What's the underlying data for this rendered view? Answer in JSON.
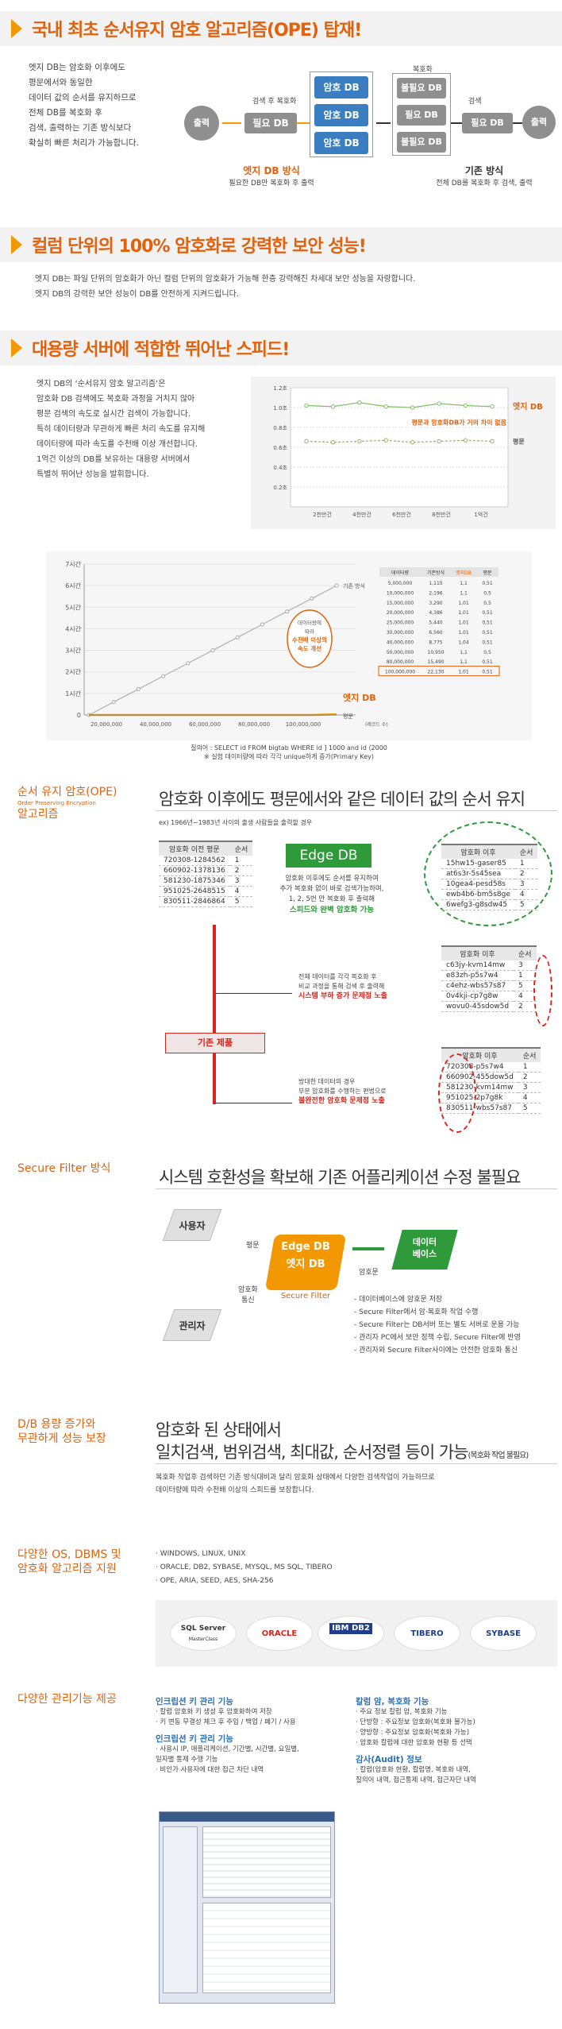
{
  "s1": {
    "title": "국내 최초 순서유지 암호 알고리즘(OPE) 탑재!",
    "text": [
      "엣지 DB는 암호화 이후에도",
      "평문에서와 동일한",
      "데이터 값의 순서를 유지하므로",
      "전체 DB를 복호화 후",
      "검색, 출력하는 기존 방식보다",
      "확실히 빠른 처리가 가능합니다."
    ],
    "out_left": "출력",
    "need_db": "필요 DB",
    "search_after": "검색 후 복호화",
    "enc_db": "암호 DB",
    "restore": "복호화",
    "unneeded_db": "불필요 DB",
    "search": "검색",
    "out_right": "출력",
    "edge_method": "엣지 DB 방식",
    "edge_desc": "필요한 DB만 복호화 후 출력",
    "old_method": "기존 방식",
    "old_desc": "전체 DB를 복호화 후 검색, 출력"
  },
  "s2": {
    "title": "컬럼 단위의 100% 암호화로 강력한 보안 성능!",
    "text": [
      "엣지 DB는 파일 단위의 암호화가 아닌 컬럼 단위의 암호화가 가능해 한층 강력해진 차세대 보안 성능을 자랑합니다.",
      "엣지 DB의 강력한 보안 성능이 DB를 안전하게 지켜드립니다."
    ]
  },
  "s3": {
    "title": "대용량 서버에 적합한 뛰어난 스피드!",
    "text": [
      "엣지 DB의 ‘순서유지 암호 알고리즘’은",
      "암호화 DB 검색에도 복호화 과정을 거치지 않아",
      "평문 검색의 속도로 실시간 검색이 가능합니다.",
      "",
      "특히 데이터량과 무관하게 빠른 처리 속도를 유지해",
      "데이터량에 따라 속도를 수천배 이상 개선합니다.",
      "1억건 이상의 DB를 보유하는 대용량 서버에서",
      "특별히 뛰어난 성능을 발휘합니다."
    ]
  },
  "chart_data": [
    {
      "type": "line",
      "categories": [
        "2천만건",
        "4천만건",
        "6천만건",
        "8천만건",
        "1억건"
      ],
      "ylabels": [
        "1.2초",
        "1.0초",
        "0.8초",
        "0.6초",
        "0.4초",
        "0.2초"
      ],
      "ylim": [
        0,
        1.2
      ],
      "series": [
        {
          "name": "엣지 DB",
          "values": [
            1.02,
            1.01,
            1.05,
            1.01,
            1.0,
            1.04,
            1.02,
            1.01
          ]
        },
        {
          "name": "평문",
          "values": [
            0.66,
            0.65,
            0.66,
            0.67,
            0.65,
            0.66,
            0.67,
            0.66
          ]
        }
      ],
      "annotation": "평문과 암호화DB가 거의 차이 없음"
    },
    {
      "type": "line",
      "ylabels": [
        "7시간",
        "6시간",
        "5시간",
        "4시간",
        "3시간",
        "2시간",
        "1시간",
        "0"
      ],
      "xlabels": [
        "20,000,000",
        "40,000,000",
        "60,000,000",
        "80,000,000",
        "100,000,000"
      ],
      "xunit": "(레코드 수)",
      "ylim": [
        0,
        7
      ],
      "series": [
        {
          "name": "기존 방식",
          "values": [
            0.0,
            0.6,
            1.2,
            1.8,
            2.4,
            3.0,
            3.6,
            4.2,
            4.8,
            5.4,
            6.0
          ]
        },
        {
          "name": "엣지 DB",
          "values": [
            0,
            0,
            0,
            0,
            0,
            0,
            0,
            0,
            0,
            0,
            0.03
          ]
        },
        {
          "name": "평문",
          "values": [
            0,
            0,
            0,
            0,
            0,
            0,
            0,
            0,
            0,
            0,
            0
          ]
        }
      ],
      "bubble": [
        "데이터량에",
        "따라",
        "수천배 이상의",
        "속도 개선"
      ],
      "table": {
        "headers": [
          "데이터량",
          "기존방식",
          "엣지DB",
          "평문"
        ],
        "rows": [
          [
            "5,000,000",
            "1,115",
            "1,1",
            "0,51"
          ],
          [
            "10,000,000",
            "2,196",
            "1,1",
            "0,5"
          ],
          [
            "15,000,000",
            "3,290",
            "1,01",
            "0,5"
          ],
          [
            "20,000,000",
            "4,386",
            "1,01",
            "0,51"
          ],
          [
            "25,000,000",
            "5,440",
            "1,01",
            "0,51"
          ],
          [
            "30,000,000",
            "6,560",
            "1,01",
            "0,51"
          ],
          [
            "40,000,000",
            "8,775",
            "1,04",
            "0,51"
          ],
          [
            "50,000,000",
            "10,950",
            "1,1",
            "0,5"
          ],
          [
            "80,000,000",
            "15,490",
            "1,1",
            "0,51"
          ],
          [
            "100,000,000",
            "22,130",
            "1,01",
            "0,51"
          ]
        ]
      },
      "caption": [
        "질의어 : SELECT id FROM bigtab WHERE id ] 1000 and id ⟨2000",
        "※ 실험 데이터량에 따라 각각 unique하게 증가(Primary Key)"
      ]
    }
  ],
  "s4": {
    "left": [
      "순서 유지 암호(OPE)",
      "Order Preserving Encryption",
      "알고리즘"
    ],
    "big": "암호화 이후에도 평문에서와 같은 데이터 값의 순서 유지",
    "ex": "ex) 1966년~1983년 사이의 출생 사람들을 출력할 경우",
    "t1h": [
      "암호화 이전 평문",
      "순서"
    ],
    "t1": [
      [
        "720308-1284562",
        "1"
      ],
      [
        "660902-1378136",
        "2"
      ],
      [
        "581230-1875346",
        "3"
      ],
      [
        "951025-2648515",
        "4"
      ],
      [
        "830511-2846864",
        "5"
      ]
    ],
    "edge": "Edge DB",
    "edge_text": [
      "암호화 이후에도 순서를 유지하여",
      "추가 복호화 없이 바로 검색가능하며,",
      "1, 2, 5번 만 복호화 후 출력해",
      "스피드와 완벽 암호화 가능"
    ],
    "t2h": [
      "암호화 이후",
      "순서"
    ],
    "t2": [
      [
        "15hw15-gaser85",
        "1"
      ],
      [
        "at6s3r-5s45sea",
        "2"
      ],
      [
        "10gea4-pesd58s",
        "3"
      ],
      [
        "ewb4b6-bm5s8ge",
        "4"
      ],
      [
        "6wefg3-g8sdw45",
        "5"
      ]
    ],
    "old": "기존 제품",
    "old1": [
      "전체 데이터를 각각 복호화 후",
      "비교 과정을 통해 검색 후 출력해",
      "시스템 부하 증가 문제점 노출"
    ],
    "t3": [
      [
        "c63jy-kvm14mw",
        "3"
      ],
      [
        "e83zh-p5s7w4",
        "1"
      ],
      [
        "c4ehz-wbs57s87",
        "5"
      ],
      [
        "0v4kji-cp7g8w",
        "4"
      ],
      [
        "wovu0-45sdow5d",
        "2"
      ]
    ],
    "old2": [
      "방대한 데이터의 경우",
      "부분 암호화를 수행하는 편법으로",
      "불완전한 암호화 문제점 노출"
    ],
    "t4": [
      [
        "720308-p5s7w4",
        "1"
      ],
      [
        "660902-455dow5d",
        "2"
      ],
      [
        "581230-kvm14mw",
        "3"
      ],
      [
        "951025-2p7g8k",
        "4"
      ],
      [
        "830511-wbs57s87",
        "5"
      ]
    ]
  },
  "s5": {
    "left": "Secure Filter 방식",
    "big": "시스템 호환성을 확보해 기존 어플리케이션 수정 불필요",
    "user": "사용자",
    "admin": "관리자",
    "plain": "평문",
    "enc_comm": [
      "암호화",
      "통신"
    ],
    "edgedb": "Edge DB",
    "edgedb_k": "엣지 DB",
    "sf": "Secure Filter",
    "dbase": [
      "데이터",
      "베이스"
    ],
    "enc": "암호문",
    "bullets": [
      "- 데이터베이스에 암호문 저장",
      "- Secure Filter에서 암·복호화 작업 수행",
      "- Secure Filter는 DB서버 또는 별도 서버로 운용 가능",
      "- 관리자 PC에서 보안 정책 수립, Secure Filter에 반영",
      "- 관리자와 Secure Filter사이에는 안전한 암호화 통신"
    ]
  },
  "s6": {
    "left": [
      "D/B 용량 증가와",
      "무관하게 성능 보장"
    ],
    "big1": "암호화 된 상태에서",
    "big2": "일치검색, 범위검색, 최대값, 순서정렬 등이 가능",
    "big2small": "(복호화 작업 불필요)",
    "text": [
      "복호화 작업후 검색하던 기존 방식대비과 달리 암호화 상태에서 다양한 검색작업이 가능하므로",
      "데이터량에 따라 수천배 이상의 스피드를 보장합니다."
    ]
  },
  "s7": {
    "left": [
      "다양한 OS, DBMS 및",
      "암호화 알고리즘 지원"
    ],
    "bullets": [
      "· WINDOWS, LINUX, UNIX",
      "· ORACLE, DB2, SYBASE, MYSQL, MS SQL, TIBERO",
      "· OPE, ARIA, SEED, AES, SHA-256"
    ],
    "logos": [
      "SQL Server",
      "ORACLE",
      "IBM DB2",
      "TIBERO",
      "SYBASE"
    ],
    "logo_sub": "MasterClass"
  },
  "s8": {
    "left": "다양한 관리기능 제공",
    "c1t1": "인크립션 키 관리 기능",
    "c1b1": [
      "· 칼럼 암호화 키 생성 후 암호화하여 저장",
      "· 키 변동 무결성 체크 후 주입 / 백업 / 폐기 / 사용"
    ],
    "c1t2": "인크립션 키 관리 기능",
    "c1b2": [
      "· 사용시 IP, 애플리케이션, 기간별, 시간별, 요일별,",
      "  일자별 통제 수행 기능",
      "· 비인가 사용자에 대한 접근 차단 내역"
    ],
    "c2t1": "칼럼 암, 복호화 기능",
    "c2b1": [
      "· 주요 정보 칼럼 암, 복호화 기능",
      "· 단방향 : 주요정보 암호화(복호화 불가능)",
      "· 양방향 : 주요정보 암호화(복호화 가능)",
      "· 암호화 칼럼에 대한 암호화 현황 등 선택"
    ],
    "c2t2": "감사(Audit) 정보",
    "c2b2": [
      "· 칼럼(암호화 현황, 칼럼명, 복호화 내역,",
      "  질의어 내역, 접근통제 내역, 접근자단 내역"
    ]
  },
  "colors": {
    "orange": "#e4610b",
    "blue": "#3a7ec1",
    "green": "#2f9a3a",
    "red": "#d9261c"
  }
}
